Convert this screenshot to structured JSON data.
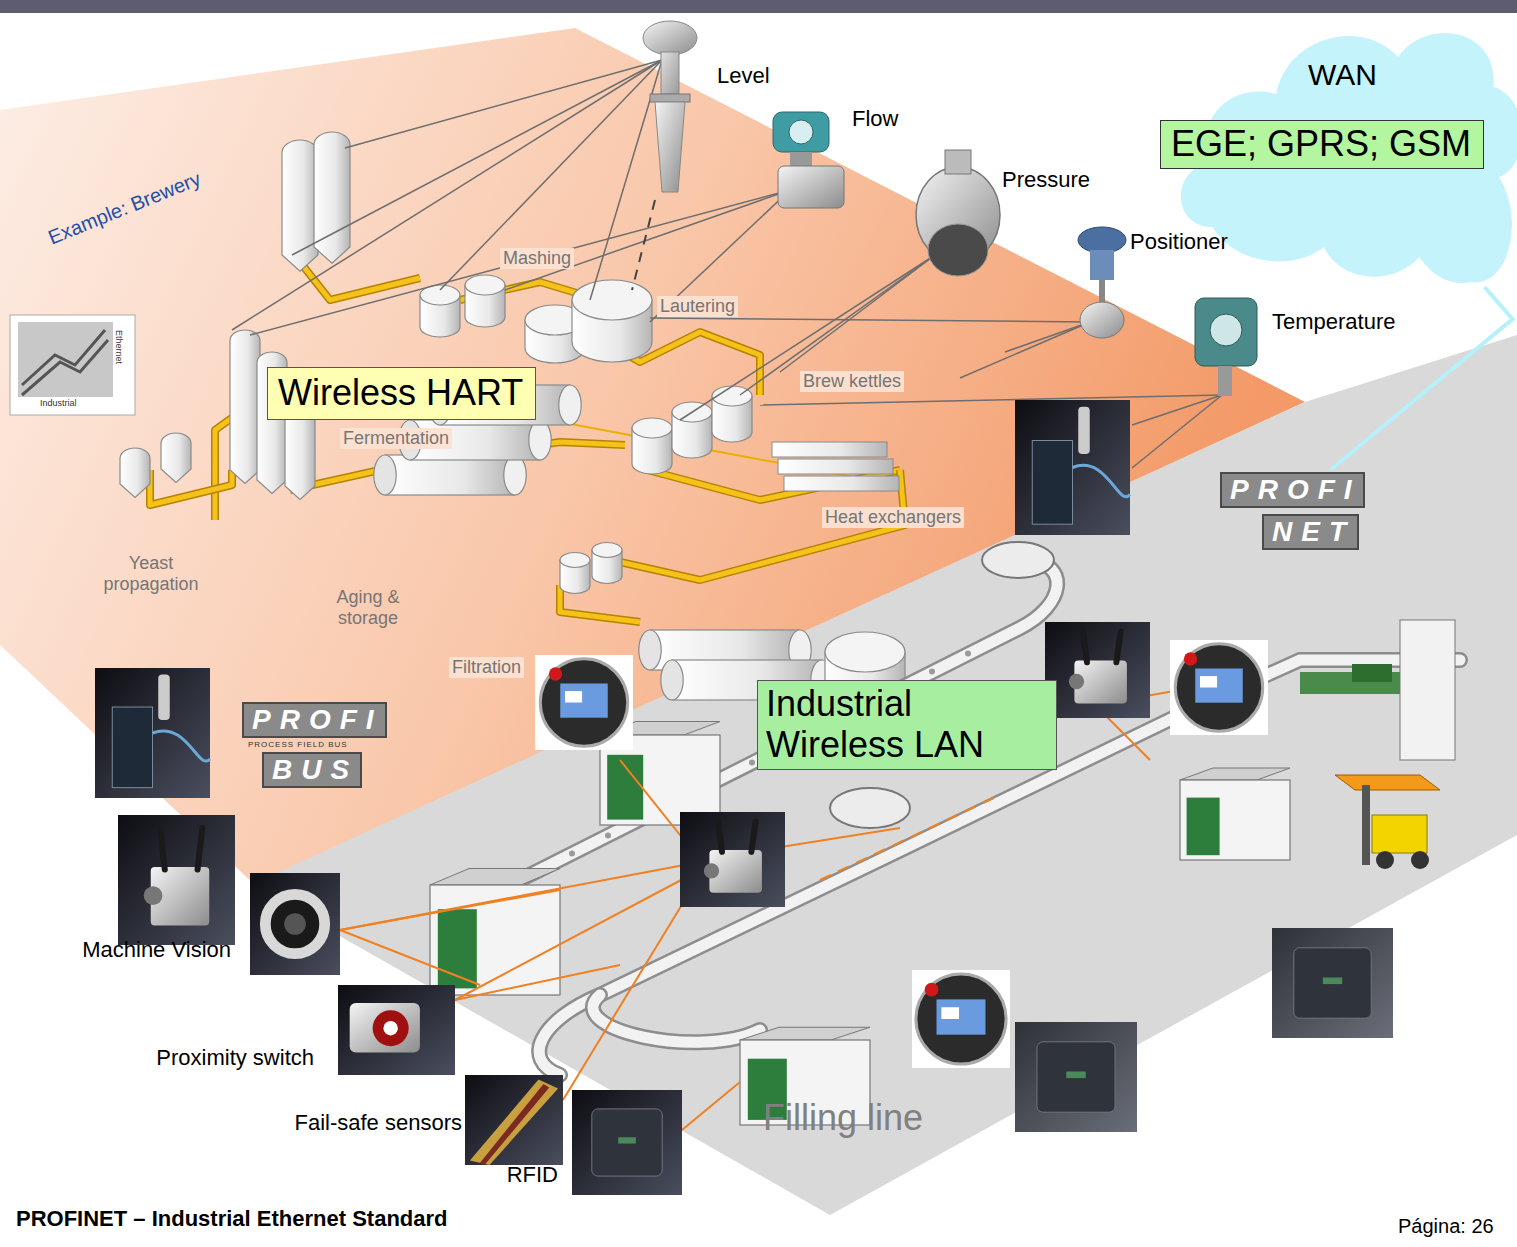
{
  "diagram": {
    "caption": "PROFINET – Industrial Ethernet Standard",
    "nodes": [
      {
        "text": [
          "WAN"
        ]
      },
      {
        "text": [
          "EGE; GPRS; GSM"
        ],
        "in": 0
      },
      {
        "text": [
          "Wireless HART"
        ]
      },
      {
        "text": [
          "PROFI",
          "NET"
        ]
      },
      {
        "text": [
          "Industrial Wireless LAN"
        ]
      },
      {
        "text": [
          "PROFI",
          "PROCESS FIELD BUS",
          "BUS"
        ]
      }
    ],
    "edges": [
      {
        "from": 0,
        "to": 3,
        "arrow": "none"
      }
    ],
    "labels": [
      "Example: Brewery",
      "Level",
      "Flow",
      "Pressure",
      "Positioner",
      "Temperature",
      "Mashing",
      "Lautering",
      "Brew kettles",
      "Fermentation",
      "Heat exchangers",
      "Yeast propagation",
      "Aging & storage",
      "Filtration",
      "Industrial",
      "Ethernet",
      "Machine Vision",
      "Proximity switch",
      "Fail-safe sensors",
      "RFID",
      "Filling line",
      "Página: 26"
    ]
  }
}
